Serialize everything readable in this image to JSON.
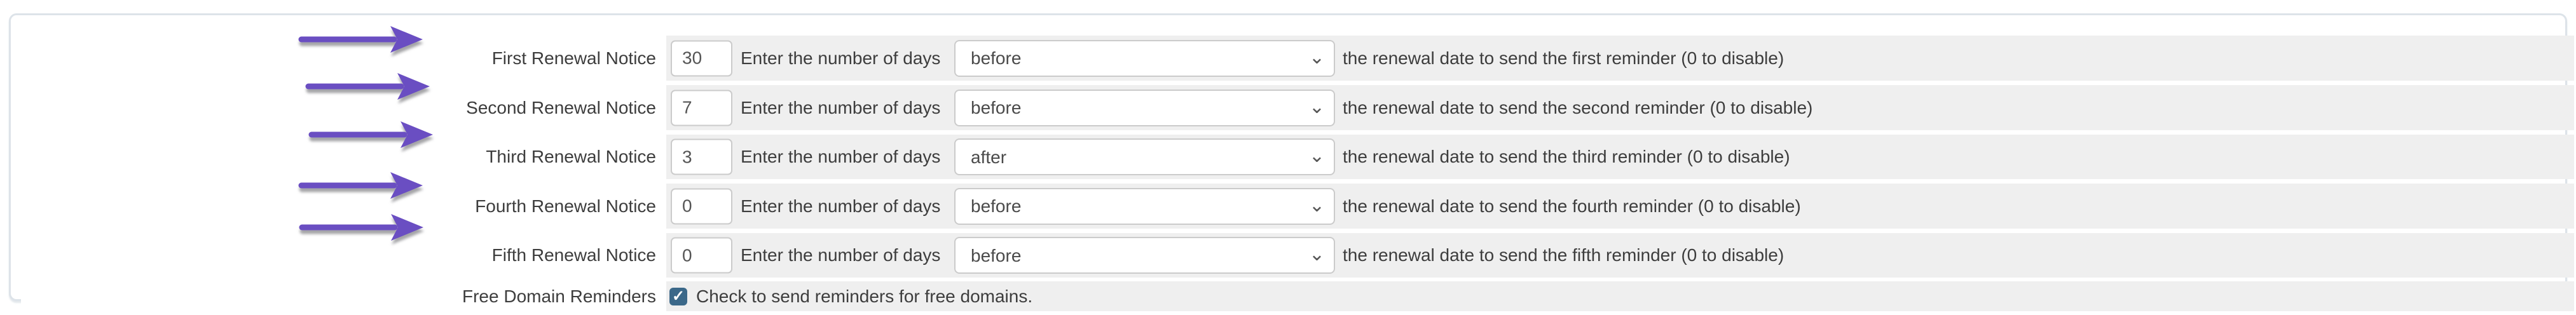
{
  "rows": [
    {
      "label": "First Renewal Notice",
      "input_value": "30",
      "help_text": "Enter the number of days",
      "dropdown_value": "before",
      "description": "the renewal date to send the first reminder (0 to disable)"
    },
    {
      "label": "Second Renewal Notice",
      "input_value": "7",
      "help_text": "Enter the number of days",
      "dropdown_value": "before",
      "description": "the renewal date to send the second reminder (0 to disable)"
    },
    {
      "label": "Third Renewal Notice",
      "input_value": "3",
      "help_text": "Enter the number of days",
      "dropdown_value": "after",
      "description": "the renewal date to send the third reminder (0 to disable)"
    },
    {
      "label": "Fourth Renewal Notice",
      "input_value": "0",
      "help_text": "Enter the number of days",
      "dropdown_value": "before",
      "description": "the renewal date to send the fourth reminder (0 to disable)"
    },
    {
      "label": "Fifth Renewal Notice",
      "input_value": "0",
      "help_text": "Enter the number of days",
      "dropdown_value": "before",
      "description": "the renewal date to send the fifth reminder (0 to disable)"
    }
  ],
  "free_domain": {
    "label": "Free Domain Reminders",
    "checkbox_label": "Check to send reminders for free domains.",
    "checked": "true"
  },
  "icons": {
    "dropdown_chevron": "⌄",
    "checkbox_check": "✓"
  },
  "colors": {
    "arrow": "#6a4ec2",
    "row_bg": "#efefef",
    "panel_border": "#dde3e9",
    "field_border": "#cbcbcb",
    "checkbox": "#3b6889"
  }
}
